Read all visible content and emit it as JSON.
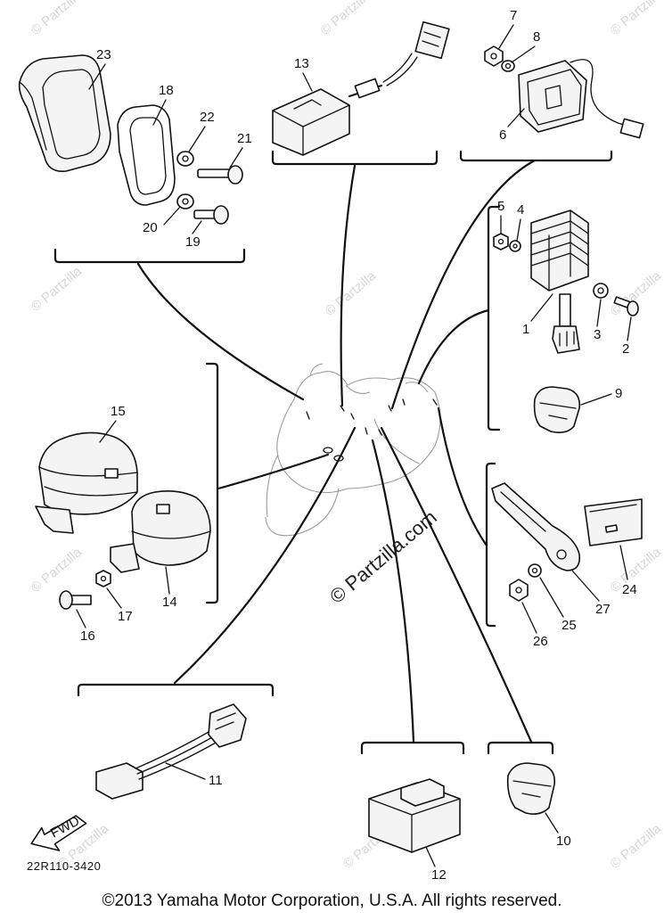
{
  "part_numbers": [
    "1",
    "2",
    "3",
    "4",
    "5",
    "6",
    "7",
    "8",
    "9",
    "10",
    "11",
    "12",
    "13",
    "14",
    "15",
    "16",
    "17",
    "18",
    "19",
    "20",
    "21",
    "22",
    "23",
    "24",
    "25",
    "26",
    "27"
  ],
  "watermark": {
    "center": "© Partzilla.com",
    "tile": "© Partzilla"
  },
  "fwd_label": "FWD",
  "diagram_code": "22R110-3420",
  "copyright": "©2013  Yamaha Motor Corporation, U.S.A. All rights reserved."
}
